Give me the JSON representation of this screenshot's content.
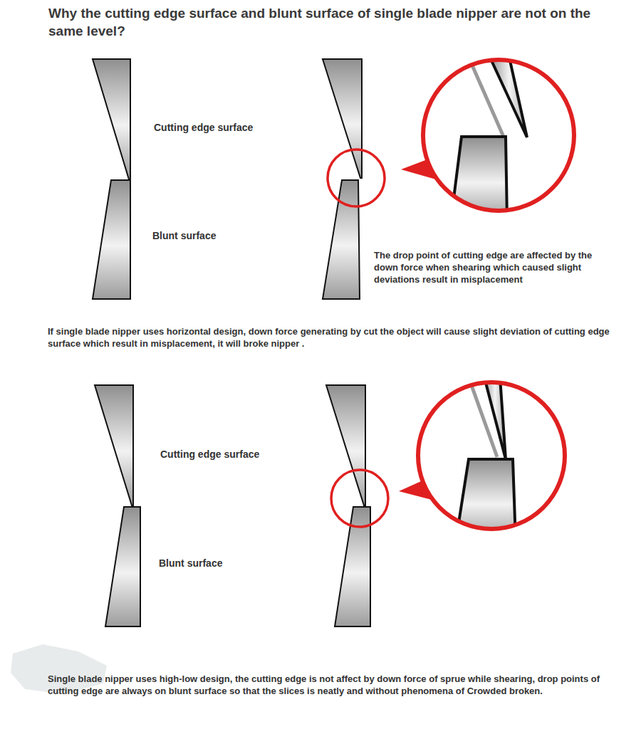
{
  "diagram": {
    "title": "Why the cutting edge surface and blunt surface of single blade nipper are not on the same level?",
    "labels": [
      "Cutting edge surface",
      "Blunt surface",
      "The drop point of cutting edge are affected by the down force when shearing which caused slight deviations result in misplacement",
      "If single blade nipper uses horizontal design, down force generating by cut the object will cause slight deviation of cutting edge surface which result in misplacement, it will broke nipper .",
      "Cutting edge surface",
      "Blunt surface",
      "Single blade nipper uses high-low design, the cutting edge is not affect by down force of sprue while shearing, drop points of cutting edge are always on blunt surface so that the slices is neatly and without phenomena of Crowded broken."
    ]
  }
}
